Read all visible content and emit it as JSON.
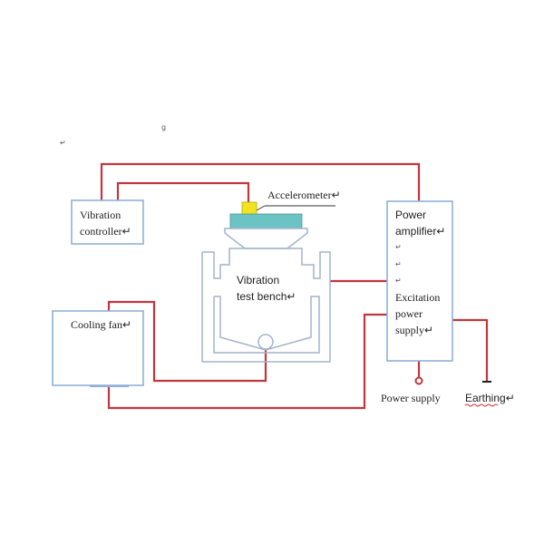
{
  "header": {
    "fragment": "g",
    "para_mark": "↵"
  },
  "controller": {
    "line1": "Vibration",
    "line2": "controller↵"
  },
  "accelerometer": {
    "label": "Accelerometer↵"
  },
  "bench": {
    "line1": "Vibration",
    "line2": "test bench↵"
  },
  "fan": {
    "label": "Cooling fan↵"
  },
  "amplifier": {
    "line1": "Power",
    "line2": "amplifier↵",
    "blank1": "↵",
    "blank2": "↵",
    "blank3": "↵",
    "line3": "Excitation",
    "line4": "power",
    "line5": "supply↵"
  },
  "power_supply": {
    "label": "Power supply"
  },
  "earthing": {
    "label": "Earthing↵"
  },
  "colors": {
    "wire": "#c0373f",
    "box": "#8fb0d6",
    "accelerometer": "#f2e31f",
    "platform": "#6cc3c3"
  }
}
